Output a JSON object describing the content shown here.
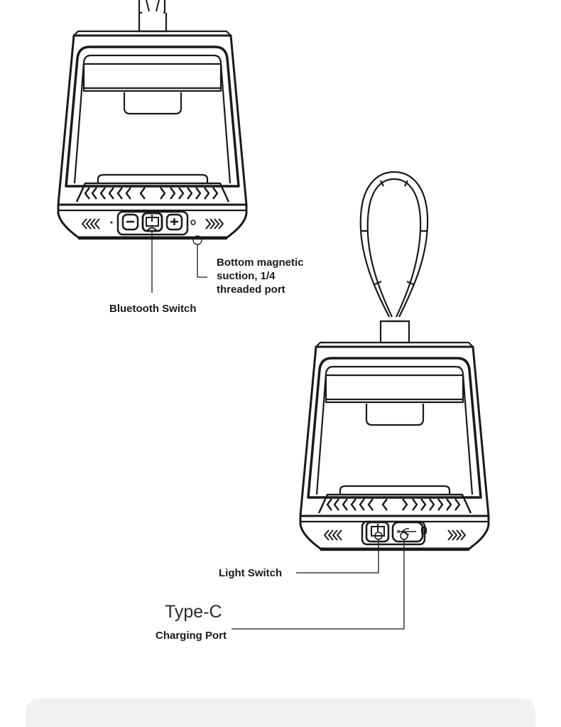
{
  "labels": {
    "bluetooth_switch": "Bluetooth Switch",
    "bottom_port": [
      "Bottom magnetic",
      "suction, 1/4",
      "threaded port"
    ],
    "light_switch": "Light Switch",
    "type_c": "Type-C",
    "charging_port": "Charging Port"
  },
  "colors": {
    "line": "#1a1a1a",
    "footer": "#f1f1f1"
  }
}
